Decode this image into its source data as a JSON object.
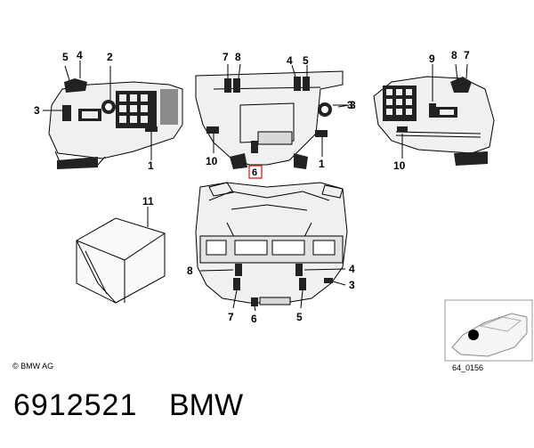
{
  "diagram": {
    "copyright": "© BMW AG",
    "reference": "64_0156",
    "highlighted_callout": "6",
    "callouts": {
      "tl": [
        "5",
        "4",
        "2",
        "3",
        "1"
      ],
      "tc": [
        "7",
        "8",
        "4",
        "5",
        "3",
        "10",
        "6",
        "1"
      ],
      "tr": [
        "9",
        "8",
        "7",
        "3",
        "10"
      ],
      "bl": [
        "11"
      ],
      "bc": [
        "8",
        "4",
        "3",
        "7",
        "6",
        "5"
      ]
    }
  },
  "footer": {
    "part_number": "6912521",
    "brand": "BMW"
  }
}
